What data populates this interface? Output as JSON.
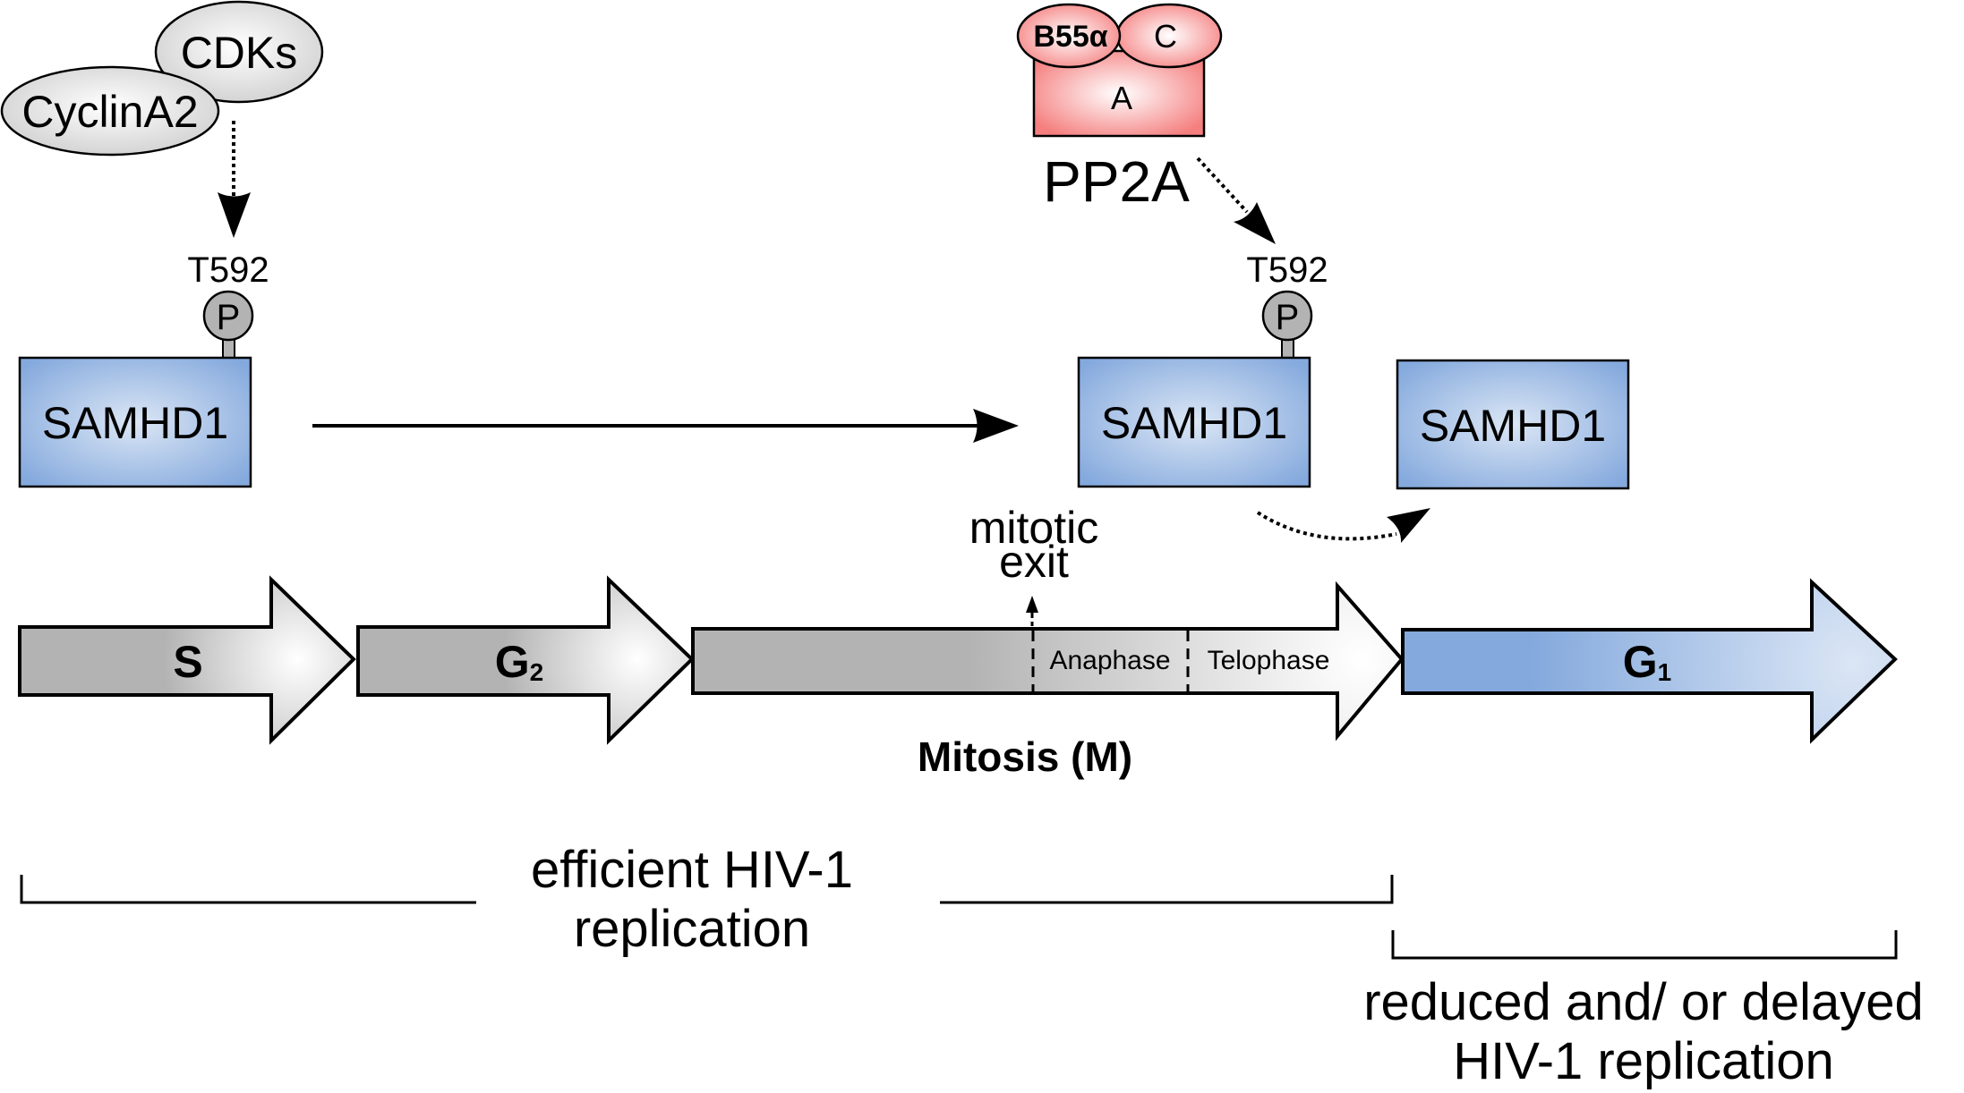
{
  "kinase_complex": {
    "cdks_label": "CDKs",
    "cyclin_label": "CyclinA2"
  },
  "phosphatase_complex": {
    "name": "PP2A",
    "subunit_b": "B55α",
    "subunit_c": "C",
    "subunit_a": "A"
  },
  "proteins": [
    {
      "label": "SAMHD1",
      "phospho_site": "T592",
      "phospho_mark": "P",
      "phosphorylated": true
    },
    {
      "label": "SAMHD1",
      "phospho_site": "T592",
      "phospho_mark": "P",
      "phosphorylated": true
    },
    {
      "label": "SAMHD1",
      "phosphorylated": false
    }
  ],
  "cell_cycle": {
    "phases": [
      {
        "label": "S",
        "sub": ""
      },
      {
        "label": "G",
        "sub": "2"
      },
      {
        "label": "",
        "sub": ""
      },
      {
        "label": "G",
        "sub": "1"
      }
    ],
    "mitosis_label": "Mitosis (M)",
    "anaphase_label": "Anaphase",
    "telophase_label": "Telophase",
    "mitotic_exit_line1": "mitotic",
    "mitotic_exit_line2": "exit"
  },
  "outcomes": {
    "efficient_line1": "efficient HIV-1",
    "efficient_line2": "replication",
    "reduced_line1": "reduced and/ or delayed",
    "reduced_line2": "HIV-1 replication"
  },
  "colors": {
    "samhd1_fill": "#84a9dd",
    "pp2a_fill": "#f57f7f",
    "phase_grey": "#b3b3b3",
    "g1_blue": "#84a9dd",
    "phospho_grey": "#b3b3b3"
  }
}
